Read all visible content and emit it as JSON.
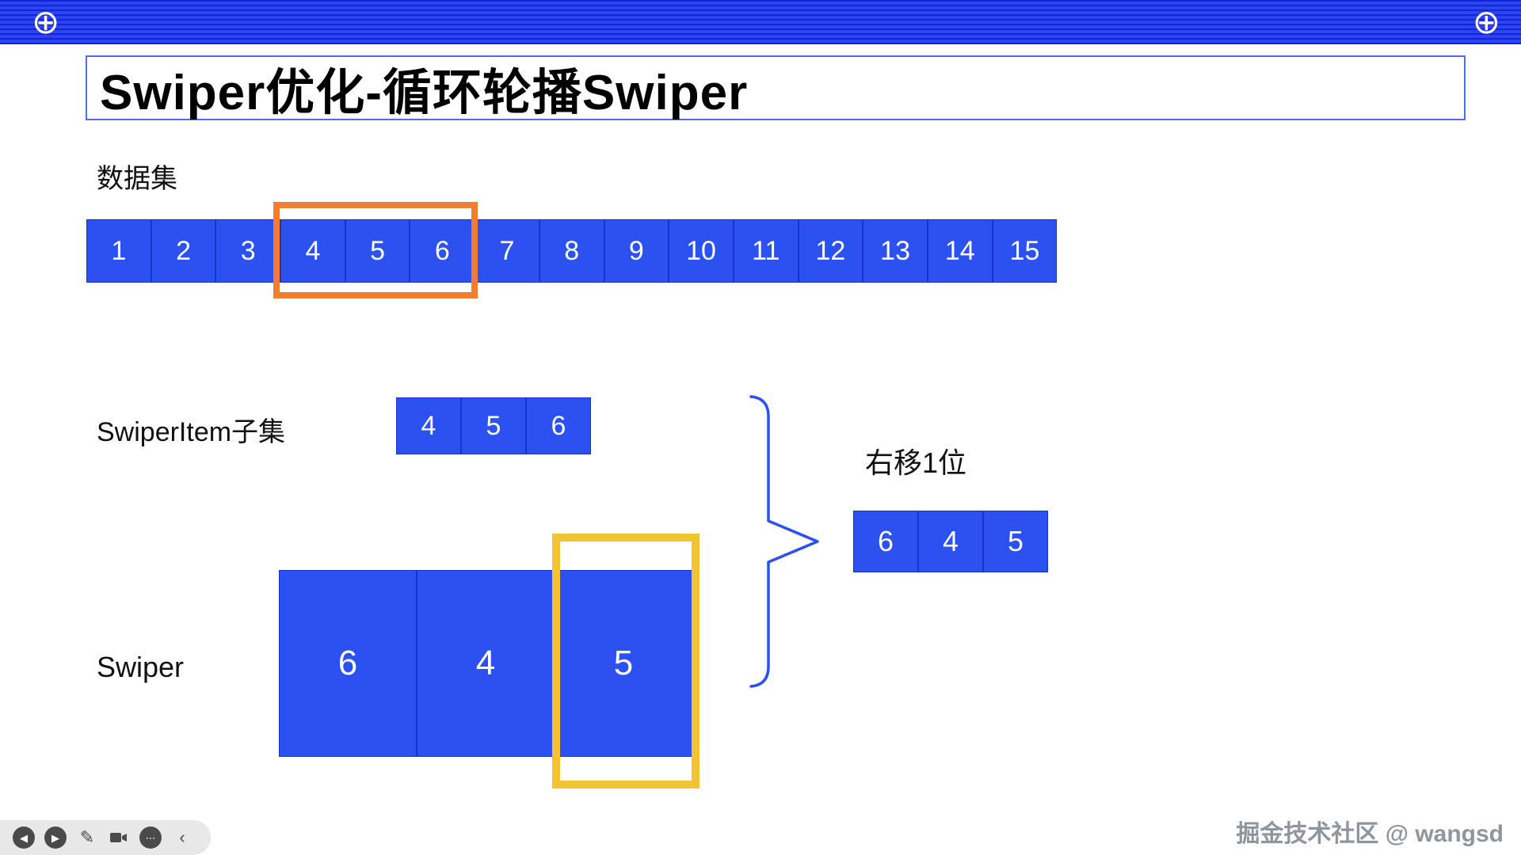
{
  "header": {
    "icon_glyph": "⊕"
  },
  "title": "Swiper优化-循环轮播Swiper",
  "dataset": {
    "label": "数据集",
    "cells": [
      "1",
      "2",
      "3",
      "4",
      "5",
      "6",
      "7",
      "8",
      "9",
      "10",
      "11",
      "12",
      "13",
      "14",
      "15"
    ],
    "highlighted_cells": [
      "4",
      "5",
      "6"
    ]
  },
  "swiper_item": {
    "label": "SwiperItem子集",
    "cells": [
      "4",
      "5",
      "6"
    ]
  },
  "shift": {
    "label": "右移1位",
    "cells": [
      "6",
      "4",
      "5"
    ]
  },
  "swiper": {
    "label": "Swiper",
    "cells": [
      "6",
      "4",
      "5"
    ],
    "highlighted_cell": "5"
  },
  "watermark": "掘金技术社区 @ wangsd",
  "colors": {
    "cell_blue": "#2b51f0",
    "highlight_orange": "#ef7d32",
    "highlight_yellow": "#f3c335"
  },
  "toolbar": {
    "back_glyph": "◀",
    "play_glyph": "▶",
    "pencil_glyph": "✎",
    "more_glyph": "⋯",
    "collapse_glyph": "‹"
  }
}
